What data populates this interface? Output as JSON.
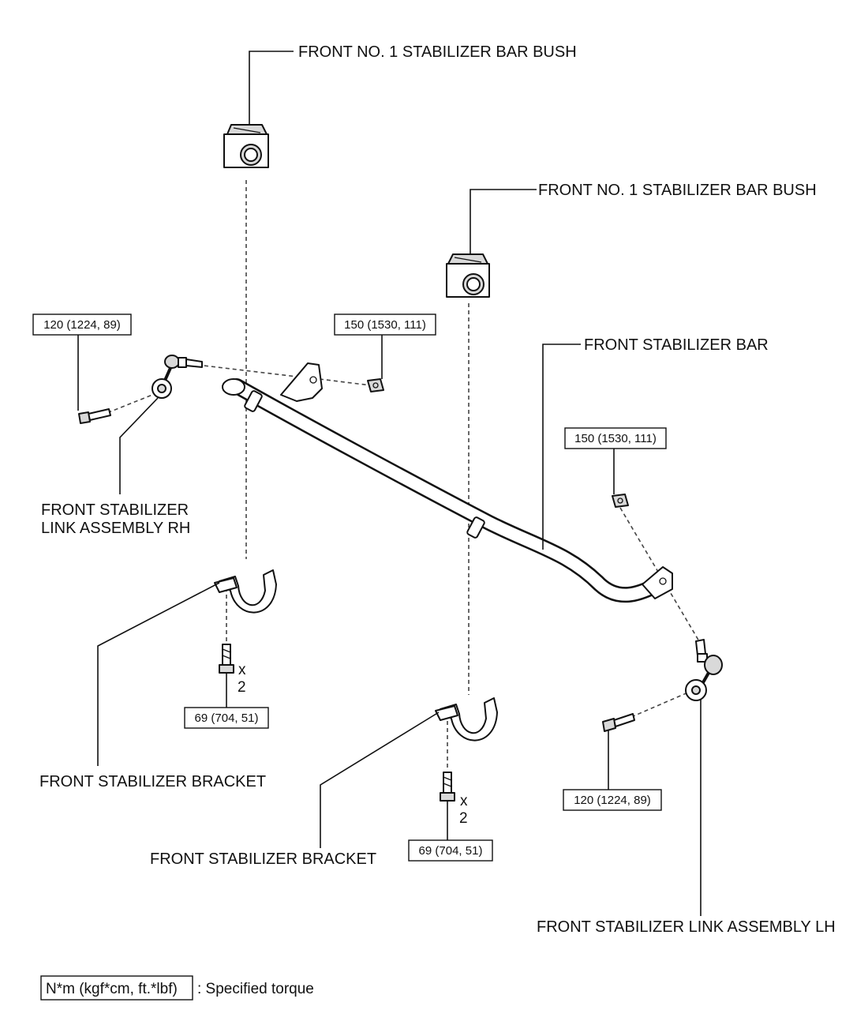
{
  "labels": {
    "bush_upper": "FRONT NO. 1 STABILIZER BAR BUSH",
    "bush_lower": "FRONT NO. 1 STABILIZER BAR BUSH",
    "stabilizer_bar": "FRONT STABILIZER BAR",
    "link_rh_line1": "FRONT STABILIZER",
    "link_rh_line2": "LINK ASSEMBLY RH",
    "bracket_left": "FRONT STABILIZER BRACKET",
    "bracket_center": "FRONT STABILIZER BRACKET",
    "link_lh": "FRONT STABILIZER LINK ASSEMBLY LH"
  },
  "torques": {
    "link_rh_bolt": "120 (1224, 89)",
    "link_rh_nut": "150 (1530, 111)",
    "link_lh_nut": "150 (1530, 111)",
    "bracket_left_bolt": "69 (704, 51)",
    "bracket_center_bolt": "69 (704, 51)",
    "link_lh_bolt": "120 (1224, 89)"
  },
  "quantities": {
    "bracket_left_x": "x",
    "bracket_left_n": "2",
    "bracket_center_x": "x",
    "bracket_center_n": "2"
  },
  "legend": {
    "unit": "N*m (kgf*cm, ft.*lbf)",
    "description": ": Specified torque"
  }
}
